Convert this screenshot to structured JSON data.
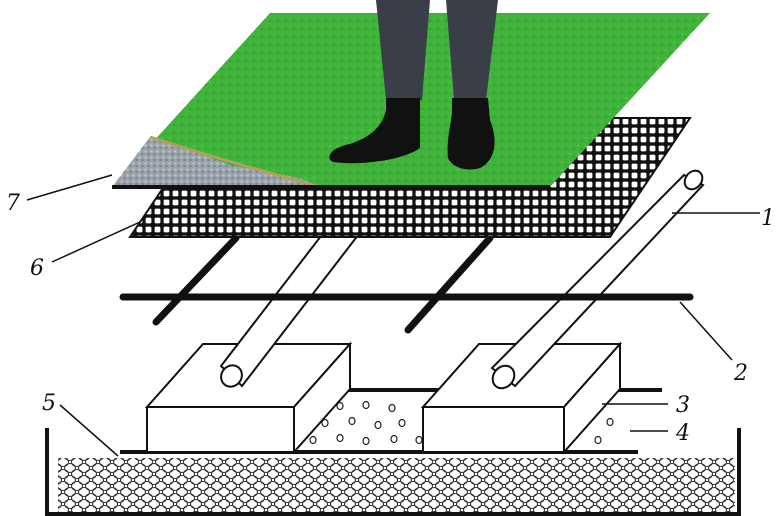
{
  "labels": {
    "one": "1",
    "two": "2",
    "three": "3",
    "four": "4",
    "five": "5",
    "six": "6",
    "seven": "7"
  },
  "colors": {
    "grass": "#3fb33a",
    "grass_dark": "#2c8a2a",
    "gravel": "#9aa3ab",
    "trousers": "#3a3f47",
    "shoe": "#111111",
    "line": "#111111",
    "fill_white": "#ffffff"
  }
}
